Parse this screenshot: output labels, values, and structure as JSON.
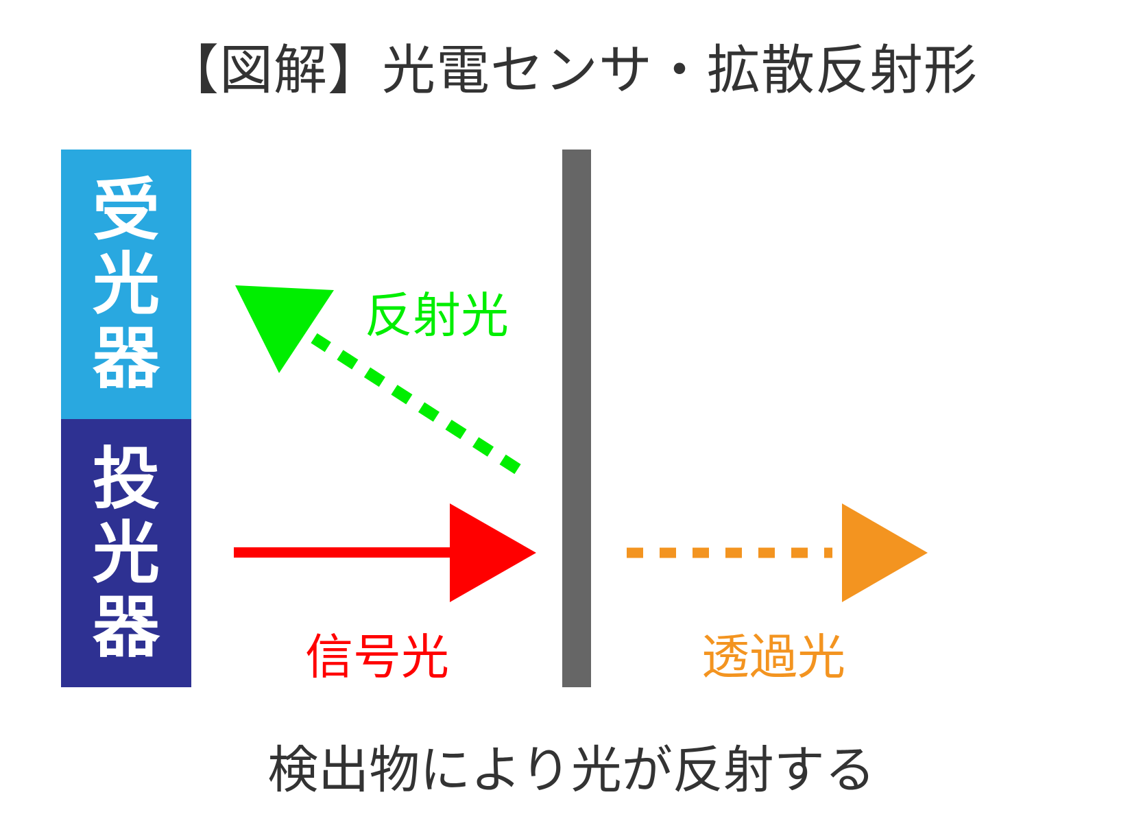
{
  "title": "【図解】光電センサ・拡散反射形",
  "receiver": {
    "label_chars": [
      "受",
      "光",
      "器"
    ],
    "label": "受光器",
    "color": "#29A8E0"
  },
  "emitter": {
    "label_chars": [
      "投",
      "光",
      "器"
    ],
    "label": "投光器",
    "color": "#2E3192"
  },
  "target_object": {
    "color": "#666666"
  },
  "arrows": {
    "reflected": {
      "label": "反射光",
      "color": "#00EE00",
      "style": "dashed"
    },
    "signal": {
      "label": "信号光",
      "color": "#FF0000",
      "style": "solid"
    },
    "transmitted": {
      "label": "透過光",
      "color": "#F39420",
      "style": "dashed"
    }
  },
  "caption": "検出物により光が反射する"
}
